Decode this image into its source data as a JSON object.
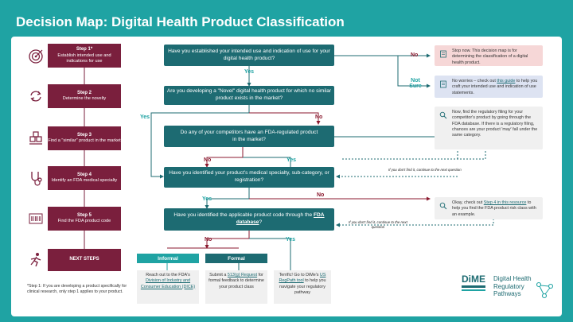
{
  "title": "Decision Map: Digital Health Product Classification",
  "steps": [
    {
      "label": "Step 1*",
      "text": "Establish intended use and indications for use",
      "icon": "target-icon"
    },
    {
      "label": "Step 2",
      "text": "Determine the novelty",
      "icon": "cycle-icon"
    },
    {
      "label": "Step 3",
      "text": "Find a \"similar\" product in the market",
      "icon": "boxes-icon"
    },
    {
      "label": "Step 4",
      "text": "Identify an FDA medical specialty",
      "icon": "stethoscope-icon"
    },
    {
      "label": "Step 5",
      "text": "Find the FDA product code",
      "icon": "barcode-icon"
    },
    {
      "label": "NEXT STEPS",
      "text": "",
      "icon": "runner-icon"
    }
  ],
  "questions": {
    "q1": "Have you established your intended use and indication of use for your digital health product?",
    "q2": "Are you developing a \"Novel\" digital health product for which no similar product exists in the market?",
    "q3a": "Do any of your competitors have an FDA-regulated product",
    "q3b": "in the market?",
    "q4": "Have you identified your product's medical specialty, sub-category, or registration?",
    "q5a": "Have you identified the applicable product code through the ",
    "q5b": "FDA database",
    "q5c": "?"
  },
  "labels": {
    "yes": "Yes",
    "no": "No",
    "not_sure": "Not Sure"
  },
  "side": {
    "stop": "Stop now. This decision map is for determining the classification of a digital health product.",
    "worries_a": "No worries – check out ",
    "worries_link": "this guide",
    "worries_b": " to help you craft your intended use and indication of use statements.",
    "filing": "Now, find the regulatory filing for your competitor's product by going through the FDA database. If there is a regulatory filing, chances are your product 'may' fall under the same category.",
    "step4_a": "Okay, check out ",
    "step4_link": "Step 4 in this resource",
    "step4_b": " to help you find the FDA product risk class with an example."
  },
  "notes": {
    "n1": "If you don't find it, continue to the next question",
    "n2a": "If you don't find it, continue to the next",
    "n2b": "question"
  },
  "next": {
    "informal": "Informal",
    "formal": "Formal",
    "informal_text_a": "Reach out to the FDA's ",
    "informal_link": "Division of Industry and Consumer Education (DICE)",
    "formal_text_a": "Submit a ",
    "formal_link": "513(g) Request",
    "formal_text_b": " for formal feedback to determine your product class",
    "terrific_a": "Terrific! Go to DiMe's ",
    "terrific_link": "US RegPath tool",
    "terrific_b": " to help you navigate your regulatory pathway"
  },
  "footnote": "*Step 1: If you are developing a product specifically for clinical research, only step 1 applies to your product.",
  "logo": {
    "mark": "DiME",
    "line1": "Digital Health",
    "line2": "Regulatory",
    "line3": "Pathways"
  },
  "colors": {
    "teal": "#1fa3a3",
    "dark_teal": "#1d6b72",
    "maroon": "#7a1f3d",
    "red_label": "#8b1a2f"
  }
}
